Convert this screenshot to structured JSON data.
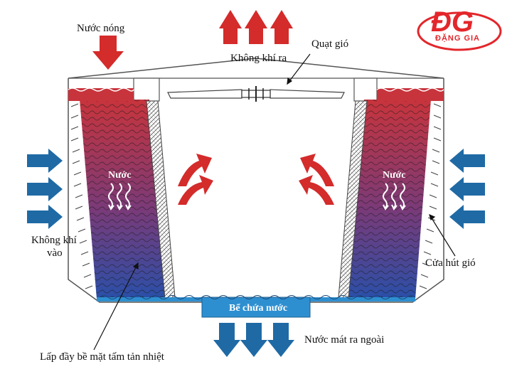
{
  "labels": {
    "hot_water": "Nước nóng",
    "air_out": "Không khí ra",
    "fan": "Quạt gió",
    "water_left": "Nước",
    "water_right": "Nước",
    "air_in_line1": "Không khí",
    "air_in_line2": "vào",
    "air_inlet": "Cửa hút gió",
    "basin": "Bể chứa nước",
    "cool_water_out": "Nước mát ra ngoài",
    "fill_media": "Lấp đầy bề mặt tấm tản nhiệt"
  },
  "logo": {
    "letters": "ĐG",
    "tagline": "ĐẶNG GIA"
  },
  "colors": {
    "hot_arrow": "#d42b2b",
    "cool_arrow": "#1f6aa5",
    "fill_top": "#c8343c",
    "fill_bottom": "#2a4fa8",
    "basin_water": "#2e8fd0",
    "logo_red": "#e3262b"
  }
}
